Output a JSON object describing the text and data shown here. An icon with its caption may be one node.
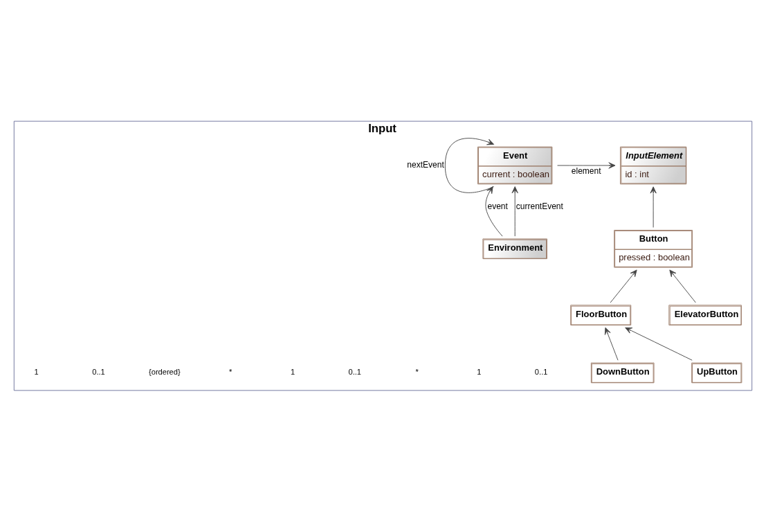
{
  "diagram": {
    "nodes": [
      {
        "text": [
          "Input"
        ]
      },
      {
        "text": [
          "Event",
          "current : boolean"
        ],
        "in": 0
      },
      {
        "text": [
          "InputElement",
          "id : int"
        ],
        "in": 0
      },
      {
        "text": [
          "Button",
          "pressed : boolean"
        ],
        "in": 0
      },
      {
        "text": [
          "Environment"
        ],
        "in": 0
      },
      {
        "text": [
          "ElevatorButton"
        ],
        "in": 0
      },
      {
        "text": [
          "FloorButton"
        ],
        "in": 0
      },
      {
        "text": [
          "UpButton"
        ],
        "in": 0
      },
      {
        "text": [
          "DownButton"
        ],
        "in": 0
      }
    ],
    "edges": [
      {
        "from": 1,
        "to": 1,
        "arrow": "to",
        "label": "nextEvent"
      },
      {
        "from": 1,
        "to": 2,
        "arrow": "to",
        "label": "element"
      },
      {
        "from": 4,
        "to": 1,
        "arrow": "to",
        "label": "currentEvent"
      },
      {
        "from": 4,
        "to": 1,
        "arrow": "to",
        "label": "event"
      },
      {
        "from": 3,
        "to": 2,
        "arrow": "to"
      },
      {
        "from": 5,
        "to": 3,
        "arrow": "to"
      },
      {
        "from": 6,
        "to": 3,
        "arrow": "to"
      },
      {
        "from": 7,
        "to": 6,
        "arrow": "to"
      },
      {
        "from": 8,
        "to": 6,
        "arrow": "to"
      }
    ],
    "labels": [
      "0..1",
      "1",
      "*",
      "0..1",
      "1",
      "*",
      "{ordered}",
      "0..1",
      "1"
    ]
  }
}
